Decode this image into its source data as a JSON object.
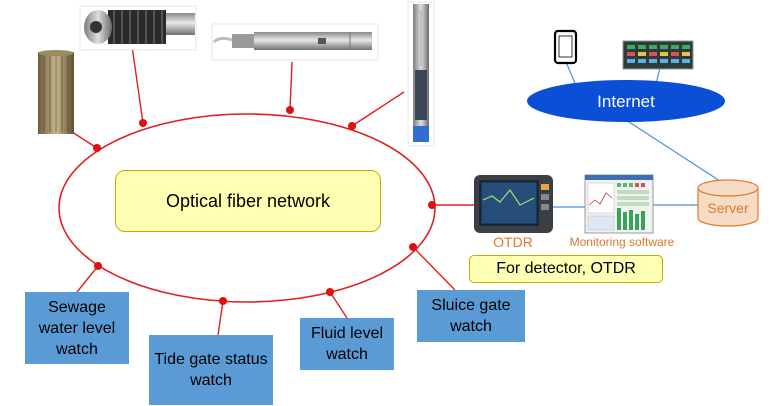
{
  "network": {
    "label": "Optical fiber network"
  },
  "watches": {
    "sewage": "Sewage water level watch",
    "tide": "Tide gate status watch",
    "fluid": "Fluid level watch",
    "sluice": "Sluice gate watch"
  },
  "internet": {
    "label": "Internet"
  },
  "server": {
    "label": "Server"
  },
  "otdr": {
    "label": "OTDR"
  },
  "monitoring": {
    "label": "Monitoring software"
  },
  "detector": {
    "label": "For detector, OTDR"
  },
  "colors": {
    "fiber_line": "#e02020",
    "node_dot": "#e01010",
    "watch_box": "#5b9bd5",
    "internet_cloud": "#0a4fd6",
    "link_line": "#4a90d9",
    "label_orange": "#e0772b",
    "network_box_fill": "#ffffb3"
  },
  "icons": {
    "sensor1": "cylindrical-sensor-icon",
    "sensor2": "finned-sensor-icon",
    "sensor3": "probe-sensor-icon",
    "sensor4": "vertical-probe-icon",
    "phone": "smartphone-icon",
    "dashboard": "monitor-dashboard-icon",
    "otdr_device": "otdr-device-icon",
    "software": "monitoring-software-icon",
    "server": "database-server-icon"
  }
}
